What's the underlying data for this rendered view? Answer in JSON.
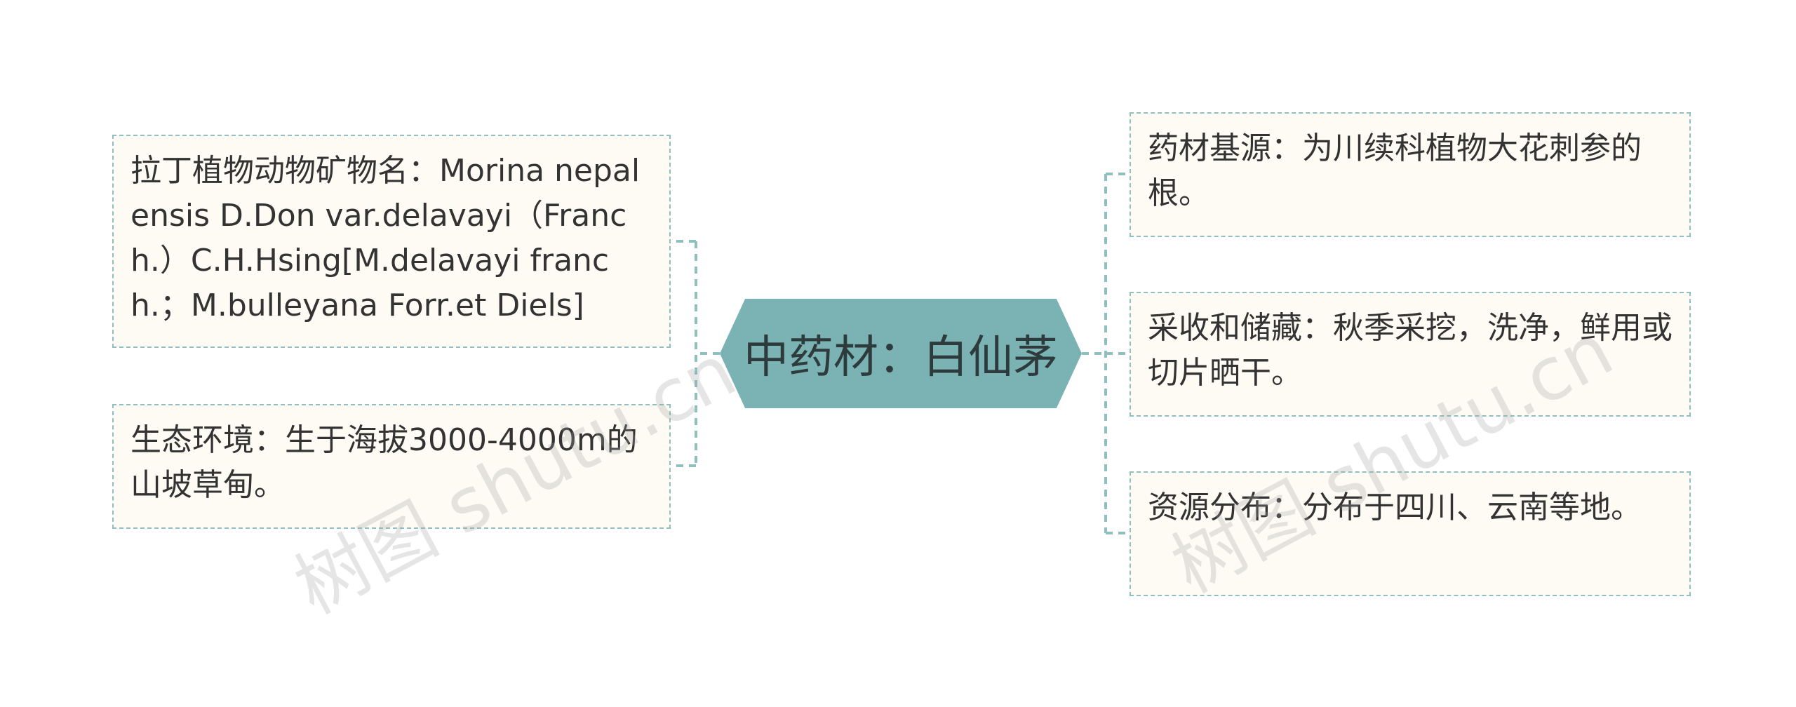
{
  "central": {
    "label": "中药材：白仙茅"
  },
  "left_branches": [
    {
      "text": "拉丁植物动物矿物名：Morina nepalensis D.Don var.delavayi（Franch.）C.H.Hsing[M.delavayi franch.；M.bulleyana Forr.et Diels]"
    },
    {
      "text": "生态环境：生于海拔3000-4000m的山坡草甸。"
    }
  ],
  "right_branches": [
    {
      "text": "药材基源：为川续科植物大花刺参的根。"
    },
    {
      "text": "采收和储藏：秋季采挖，洗净，鲜用或切片晒干。"
    },
    {
      "text": "资源分布：分布于四川、云南等地。"
    }
  ],
  "watermark": "树图 shutu.cn",
  "colors": {
    "central_fill": "#7bb3b5",
    "connector": "#8fbfbf",
    "node_border": "#8fbfbf",
    "node_fill": "#fdfbf3",
    "text": "#333333"
  }
}
